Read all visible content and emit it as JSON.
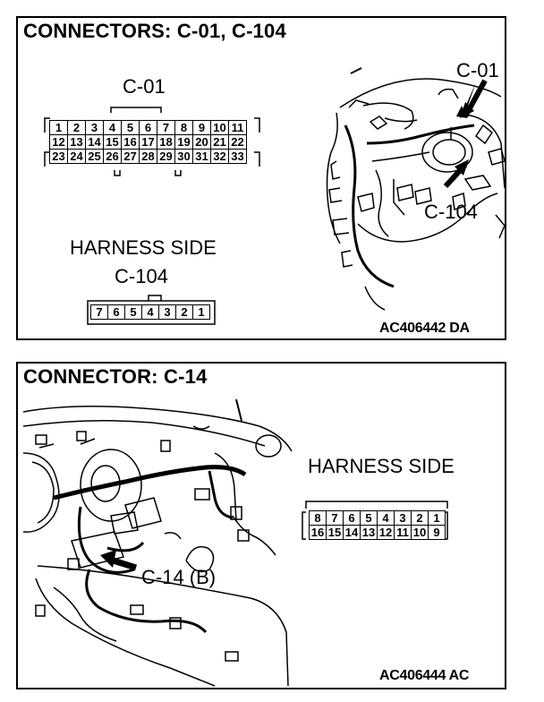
{
  "panel_top": {
    "title": "CONNECTORS: C-01, C-104",
    "connector_a": {
      "label": "C-01",
      "rows": [
        [
          "1",
          "2",
          "3",
          "4",
          "5",
          "6",
          "7",
          "8",
          "9",
          "10",
          "11"
        ],
        [
          "12",
          "13",
          "14",
          "15",
          "16",
          "17",
          "18",
          "19",
          "20",
          "21",
          "22"
        ],
        [
          "23",
          "24",
          "25",
          "26",
          "27",
          "28",
          "29",
          "30",
          "31",
          "32",
          "33"
        ]
      ]
    },
    "harness_side": "HARNESS SIDE",
    "connector_b": {
      "label": "C-104",
      "rows": [
        [
          "7",
          "6",
          "5",
          "4",
          "3",
          "2",
          "1"
        ]
      ]
    },
    "callout_a": "C-01",
    "callout_b": "C-104",
    "figure_code": "AC406442 DA"
  },
  "panel_bottom": {
    "title": "CONNECTOR: C-14",
    "harness_side": "HARNESS SIDE",
    "connector": {
      "rows": [
        [
          "8",
          "7",
          "6",
          "5",
          "4",
          "3",
          "2",
          "1"
        ],
        [
          "16",
          "15",
          "14",
          "13",
          "12",
          "11",
          "10",
          "9"
        ]
      ]
    },
    "callout": "C-14 (B)",
    "figure_code": "AC406444 AC"
  }
}
